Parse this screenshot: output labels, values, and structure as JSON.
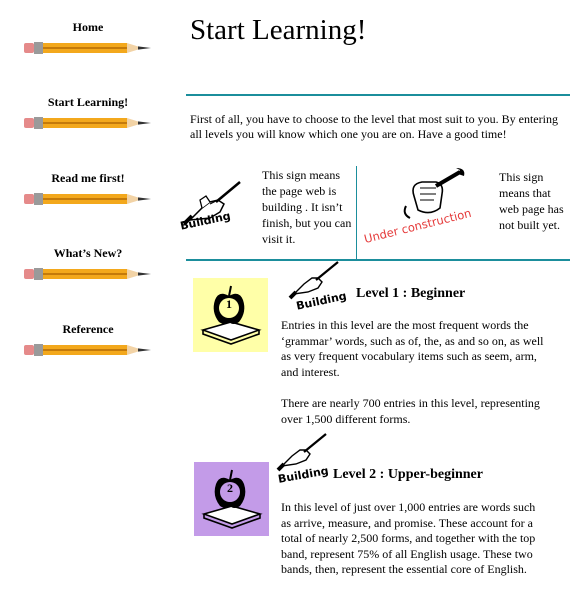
{
  "nav": {
    "items": [
      {
        "label": "Home"
      },
      {
        "label": "Start Learning!"
      },
      {
        "label": "Read me first!"
      },
      {
        "label": "What’s New?"
      },
      {
        "label": "Reference"
      }
    ]
  },
  "page": {
    "title": "Start Learning!",
    "intro": "First of all, you have to choose to the level that most suit to you.  By entering all levels you will know which one you are on.  Have a good time!"
  },
  "legend": {
    "building_badge": "Building",
    "building_text": "This sign means the page web is building .  It isn’t finish, but you can visit it.",
    "construction_badge": "Under construction",
    "construction_text": "This sign means that web page has not built yet."
  },
  "levels": [
    {
      "number": "1",
      "badge": "Building",
      "heading": "Level 1 : Beginner",
      "paragraphs": [
        "Entries in this level are the most frequent words the ‘grammar’ words, such as of, the, as and so on, as well as very frequent vocabulary items such as seem, arm, and interest.",
        "There are nearly 700 entries in this level, representing over 1,500 different forms."
      ]
    },
    {
      "number": "2",
      "badge": "Building",
      "heading": "Level 2 : Upper-beginner",
      "paragraphs": [
        "In this level of just over 1,000 entries are words such as arrive, measure, and promise.  These account for a total of nearly 2,500 forms, and together with the top band, represent 75% of all English usage.  These two bands, then, represent the essential core of English."
      ]
    }
  ],
  "colors": {
    "rule": "#1b8e9c",
    "pencil_body": "#f3a81c",
    "level1_bg": "#ffffa8",
    "level2_bg": "#c39be8",
    "construction_text": "#e53a3a"
  },
  "icons": [
    "pencil-icon",
    "hand-writing-icon",
    "fist-wrench-icon",
    "apple-on-book-icon"
  ]
}
